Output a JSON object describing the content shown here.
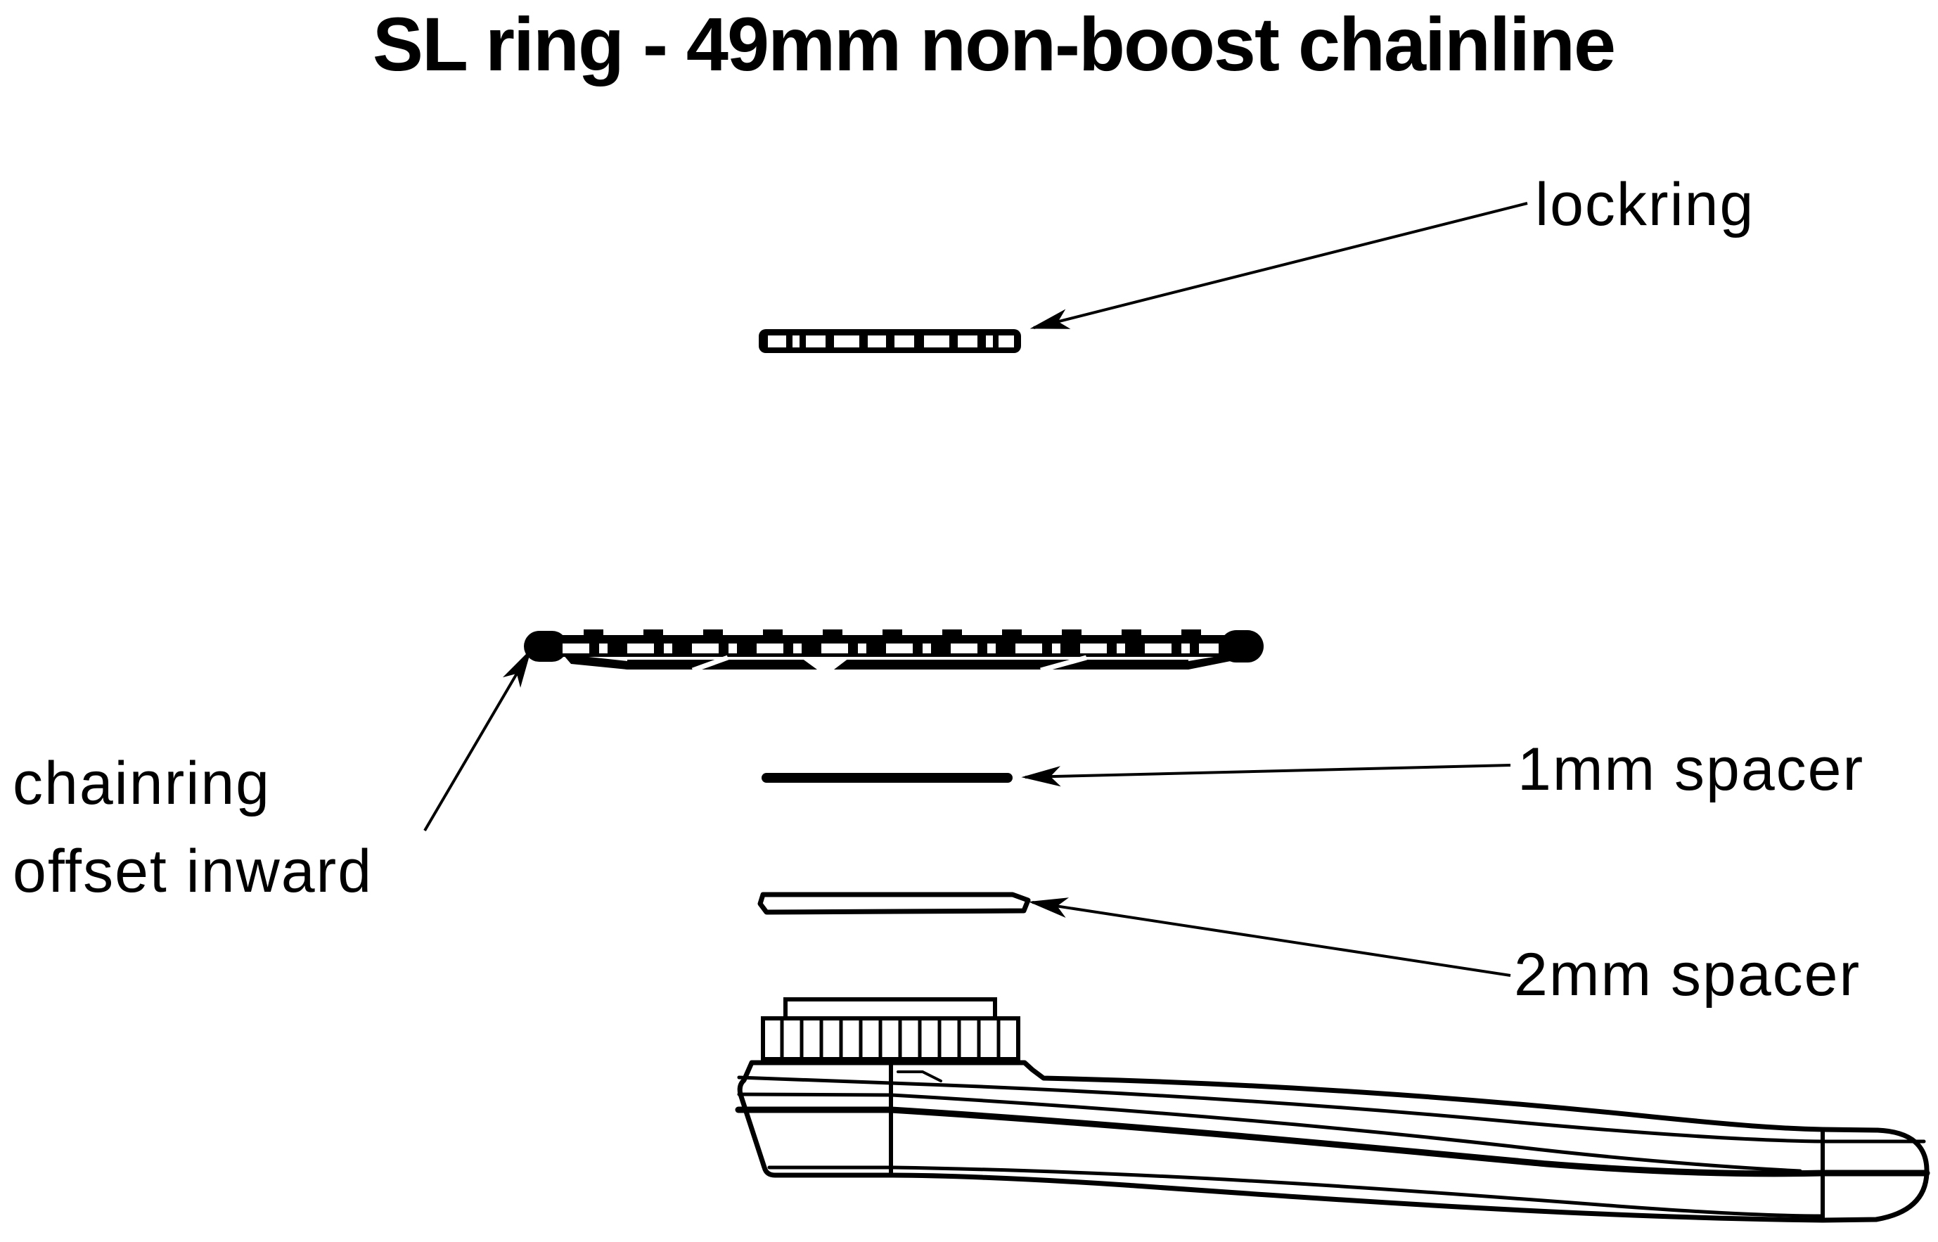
{
  "title": "SL ring - 49mm non-boost chainline",
  "labels": {
    "lockring": "lockring",
    "chainring_offset_line1": "chainring",
    "chainring_offset_line2": "offset inward",
    "spacer_1mm": "1mm spacer",
    "spacer_2mm": "2mm spacer"
  },
  "colors": {
    "ink": "#000000",
    "background": "#ffffff"
  }
}
